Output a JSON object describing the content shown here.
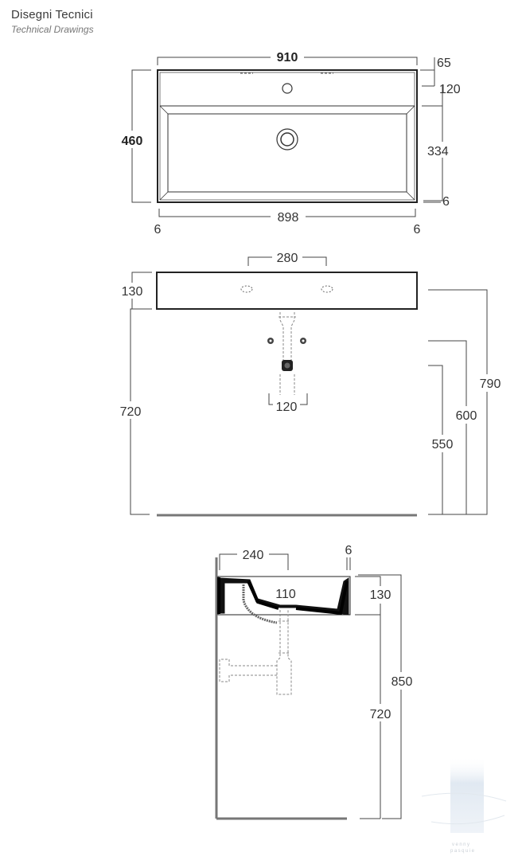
{
  "header": {
    "title": "Disegni Tecnici",
    "subtitle": "Technical Drawings"
  },
  "top_view": {
    "width_overall": "910",
    "depth_overall": "460",
    "inner_width": "898",
    "rim_left": "6",
    "rim_right": "6",
    "tap_offset": "65",
    "deck_depth": "120",
    "basin_depth": "334",
    "rim_front": "6"
  },
  "front_view": {
    "tap_holes_spacing": "280",
    "basin_height": "130",
    "install_height": "720",
    "waste_width": "120",
    "overall_height": "790",
    "trap_height": "600",
    "outlet_height": "550"
  },
  "side_view": {
    "depth_to_waste": "240",
    "rim_thickness": "6",
    "basin_height": "130",
    "waste_diameter": "110",
    "overall_height": "850",
    "install_height": "720"
  },
  "watermark": {
    "line1": "venny",
    "line2": "pasquie"
  },
  "colors": {
    "line": "#222222",
    "dim_line": "#444444",
    "dashed": "#888888",
    "floor": "#777777",
    "watermark_accent": "#dde6f0"
  }
}
